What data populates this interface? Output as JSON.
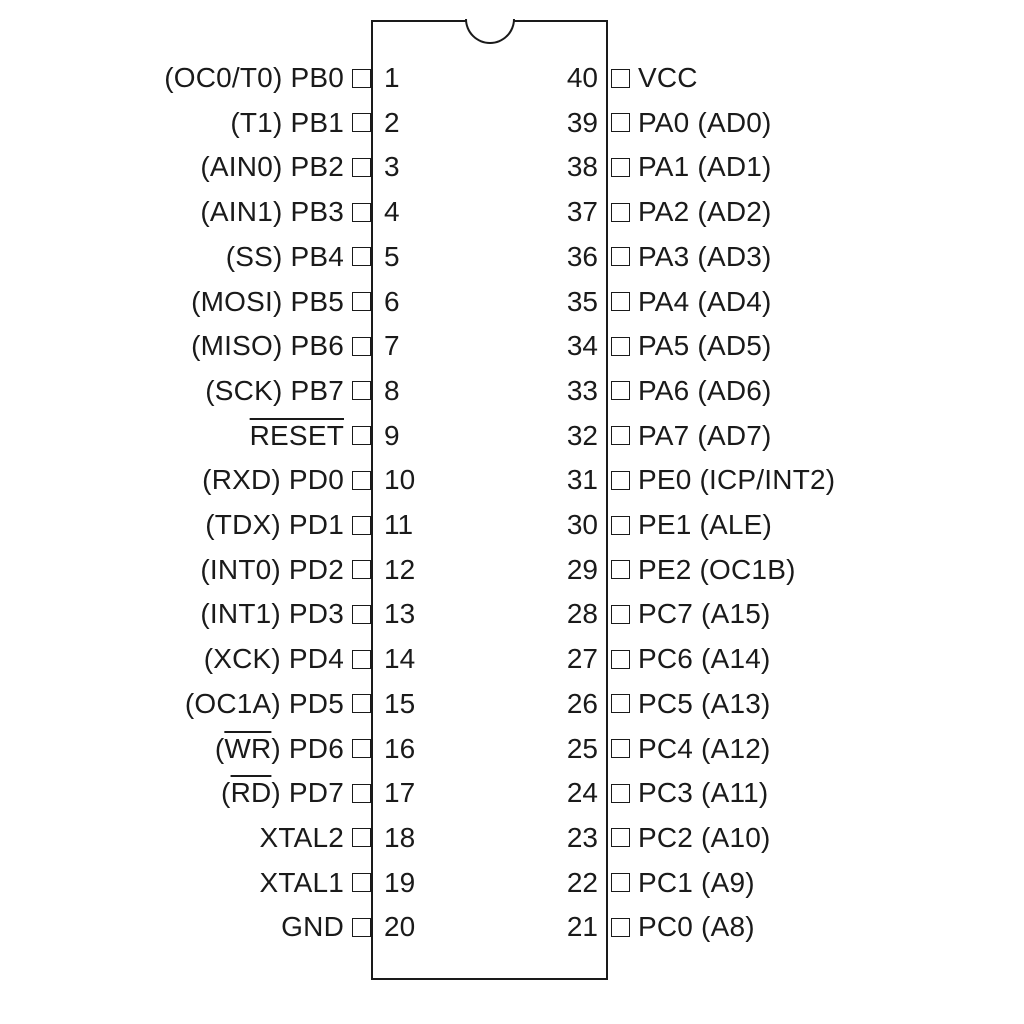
{
  "left_pins": [
    {
      "number": "1",
      "prefix": "(OC0/T0) ",
      "signal": "PB0",
      "suffix": "",
      "overbar": false,
      "prefix_overbar": false
    },
    {
      "number": "2",
      "prefix": "(T1) ",
      "signal": "PB1",
      "suffix": "",
      "overbar": false,
      "prefix_overbar": false
    },
    {
      "number": "3",
      "prefix": "(AIN0) ",
      "signal": "PB2",
      "suffix": "",
      "overbar": false,
      "prefix_overbar": false
    },
    {
      "number": "4",
      "prefix": "(AIN1) ",
      "signal": "PB3",
      "suffix": "",
      "overbar": false,
      "prefix_overbar": false
    },
    {
      "number": "5",
      "prefix": "(SS) ",
      "signal": "PB4",
      "suffix": "",
      "overbar": false,
      "prefix_overbar": false
    },
    {
      "number": "6",
      "prefix": "(MOSI) ",
      "signal": "PB5",
      "suffix": "",
      "overbar": false,
      "prefix_overbar": false
    },
    {
      "number": "7",
      "prefix": "(MISO) ",
      "signal": "PB6",
      "suffix": "",
      "overbar": false,
      "prefix_overbar": false
    },
    {
      "number": "8",
      "prefix": "(SCK) ",
      "signal": "PB7",
      "suffix": "",
      "overbar": false,
      "prefix_overbar": false
    },
    {
      "number": "9",
      "prefix": "",
      "signal": "RESET",
      "suffix": "",
      "overbar": true,
      "prefix_overbar": false
    },
    {
      "number": "10",
      "prefix": "(RXD) ",
      "signal": "PD0",
      "suffix": "",
      "overbar": false,
      "prefix_overbar": false
    },
    {
      "number": "11",
      "prefix": "(TDX) ",
      "signal": "PD1",
      "suffix": "",
      "overbar": false,
      "prefix_overbar": false
    },
    {
      "number": "12",
      "prefix": "(INT0) ",
      "signal": "PD2",
      "suffix": "",
      "overbar": false,
      "prefix_overbar": false
    },
    {
      "number": "13",
      "prefix": "(INT1) ",
      "signal": "PD3",
      "suffix": "",
      "overbar": false,
      "prefix_overbar": false
    },
    {
      "number": "14",
      "prefix": "(XCK) ",
      "signal": "PD4",
      "suffix": "",
      "overbar": false,
      "prefix_overbar": false
    },
    {
      "number": "15",
      "prefix": "(OC1A) ",
      "signal": "PD5",
      "suffix": "",
      "overbar": false,
      "prefix_overbar": false
    },
    {
      "number": "16",
      "prefix": "WR",
      "signal": "PD6",
      "suffix": "",
      "overbar": false,
      "prefix_overbar": true
    },
    {
      "number": "17",
      "prefix": "RD",
      "signal": "PD7",
      "suffix": "",
      "overbar": false,
      "prefix_overbar": true
    },
    {
      "number": "18",
      "prefix": "",
      "signal": "XTAL2",
      "suffix": "",
      "overbar": false,
      "prefix_overbar": false
    },
    {
      "number": "19",
      "prefix": "",
      "signal": "XTAL1",
      "suffix": "",
      "overbar": false,
      "prefix_overbar": false
    },
    {
      "number": "20",
      "prefix": "",
      "signal": "GND",
      "suffix": "",
      "overbar": false,
      "prefix_overbar": false
    }
  ],
  "right_pins": [
    {
      "number": "40",
      "signal": "VCC",
      "suffix": ""
    },
    {
      "number": "39",
      "signal": "PA0",
      "suffix": " (AD0)"
    },
    {
      "number": "38",
      "signal": "PA1",
      "suffix": " (AD1)"
    },
    {
      "number": "37",
      "signal": "PA2",
      "suffix": " (AD2)"
    },
    {
      "number": "36",
      "signal": "PA3",
      "suffix": " (AD3)"
    },
    {
      "number": "35",
      "signal": "PA4",
      "suffix": " (AD4)"
    },
    {
      "number": "34",
      "signal": "PA5",
      "suffix": " (AD5)"
    },
    {
      "number": "33",
      "signal": "PA6",
      "suffix": " (AD6)"
    },
    {
      "number": "32",
      "signal": "PA7",
      "suffix": " (AD7)"
    },
    {
      "number": "31",
      "signal": "PE0",
      "suffix": " (ICP/INT2)"
    },
    {
      "number": "30",
      "signal": "PE1",
      "suffix": " (ALE)"
    },
    {
      "number": "29",
      "signal": "PE2",
      "suffix": " (OC1B)"
    },
    {
      "number": "28",
      "signal": "PC7",
      "suffix": " (A15)"
    },
    {
      "number": "27",
      "signal": "PC6",
      "suffix": " (A14)"
    },
    {
      "number": "26",
      "signal": "PC5",
      "suffix": " (A13)"
    },
    {
      "number": "25",
      "signal": "PC4",
      "suffix": " (A12)"
    },
    {
      "number": "24",
      "signal": "PC3",
      "suffix": " (A11)"
    },
    {
      "number": "23",
      "signal": "PC2",
      "suffix": " (A10)"
    },
    {
      "number": "22",
      "signal": "PC1",
      "suffix": " (A9)"
    },
    {
      "number": "21",
      "signal": "PC0",
      "suffix": " (A8)"
    }
  ],
  "colors": {
    "line": "#1a1a1a",
    "background": "#ffffff"
  }
}
